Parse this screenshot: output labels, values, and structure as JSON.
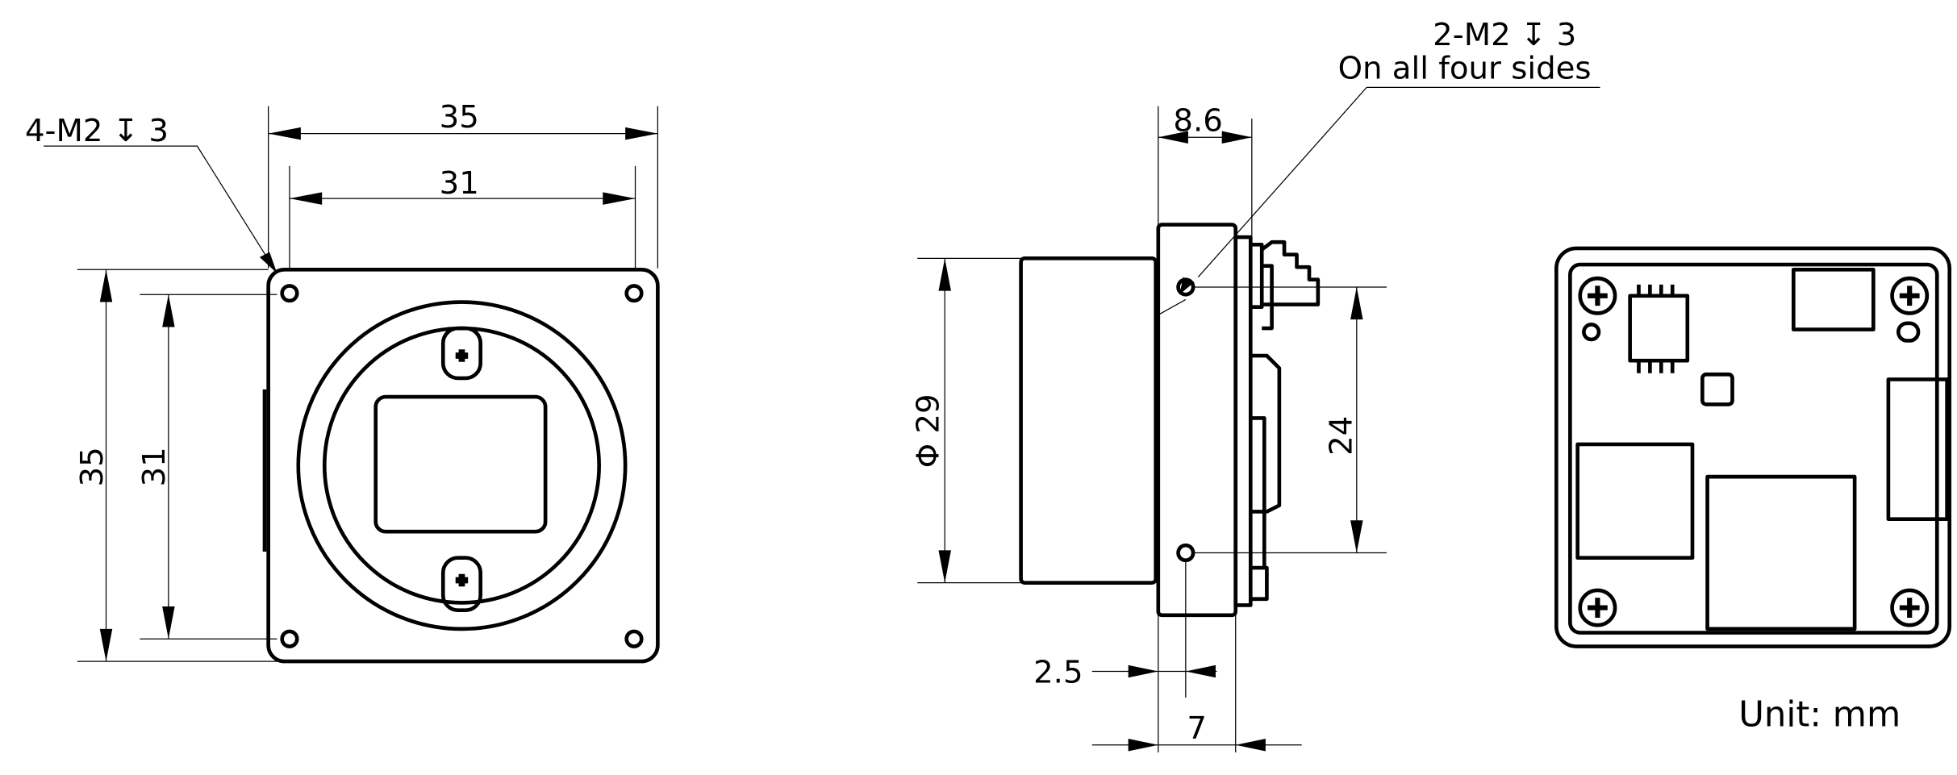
{
  "front_view": {
    "thread_callout": "4-M2 ↧ 3",
    "width_outer": "35",
    "width_inner": "31",
    "height_outer": "35",
    "height_inner": "31"
  },
  "side_view": {
    "thread_callout_line1": "2-M2 ↧ 3",
    "thread_callout_line2": "On all four sides",
    "depth": "8.6",
    "lens_diameter": "Φ 29",
    "hole_spacing": "24",
    "hole_offset": "2.5",
    "flange_thickness": "7"
  },
  "back_view": {},
  "unit_label": "Unit: mm"
}
